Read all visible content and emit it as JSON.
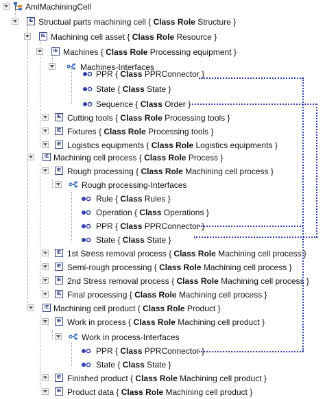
{
  "root": {
    "label": "AmlMachiningCell"
  },
  "words": {
    "class": "Class",
    "role": "Role",
    "open": "{",
    "close": "}"
  },
  "nodes": {
    "n1": {
      "name": "Structual parts machining cell",
      "role": "Structure"
    },
    "n2": {
      "name": "Machining cell asset",
      "role": "Resource"
    },
    "n3": {
      "name": "Machines",
      "role": "Processing equipment"
    },
    "n4": {
      "name": "Machines-Interfaces"
    },
    "n5": {
      "name": "PPR",
      "cls": "PPRConnector"
    },
    "n6": {
      "name": "State",
      "cls": "State"
    },
    "n7": {
      "name": "Sequence",
      "cls": "Order"
    },
    "n8": {
      "name": "Cutting tools",
      "role": "Processing tools"
    },
    "n9": {
      "name": "Fixtures",
      "role": "Processing tools"
    },
    "n10": {
      "name": "Logistics equipments",
      "role": "Logistics equipments"
    },
    "n11": {
      "name": "Machining cell process",
      "role": "Process"
    },
    "n12": {
      "name": "Rough processing",
      "role": "Machining cell process"
    },
    "n13": {
      "name": "Rough processing-Interfaces"
    },
    "n14": {
      "name": "Rule",
      "cls": "Rules"
    },
    "n15": {
      "name": "Operation",
      "cls": "Operations"
    },
    "n16": {
      "name": "PPR",
      "cls": "PPRConnector"
    },
    "n17": {
      "name": "State",
      "cls": "State"
    },
    "n18": {
      "name": "1st Stress removal process",
      "role": "Machining cell process"
    },
    "n19": {
      "name": "Semi-rough processing",
      "role": "Machining cell process"
    },
    "n20": {
      "name": "2nd Stress removal process",
      "role": "Machining cell process"
    },
    "n21": {
      "name": "Final processing",
      "role": "Machining cell process"
    },
    "n22": {
      "name": "Machining cell product",
      "role": "Product"
    },
    "n23": {
      "name": "Work in process",
      "role": "Machining cell product"
    },
    "n24": {
      "name": "Work in process-Interfaces"
    },
    "n25": {
      "name": "PPR",
      "cls": "PPRConnector"
    },
    "n26": {
      "name": "State",
      "cls": "State"
    },
    "n27": {
      "name": "Finished product",
      "role": "Machining cell product"
    },
    "n28": {
      "name": "Product data",
      "role": "Machining cell product"
    }
  },
  "icons": {
    "toggle": "expand-arrow-icon",
    "element": "internal-element-icon",
    "interfaces": "interface-folder-icon",
    "connector": "external-interface-icon",
    "root": "hierarchy-root-icon"
  },
  "colors": {
    "link": "#2f3fa8",
    "icon_border": "#3a4a8c",
    "tree_line": "#9a9a9a"
  }
}
